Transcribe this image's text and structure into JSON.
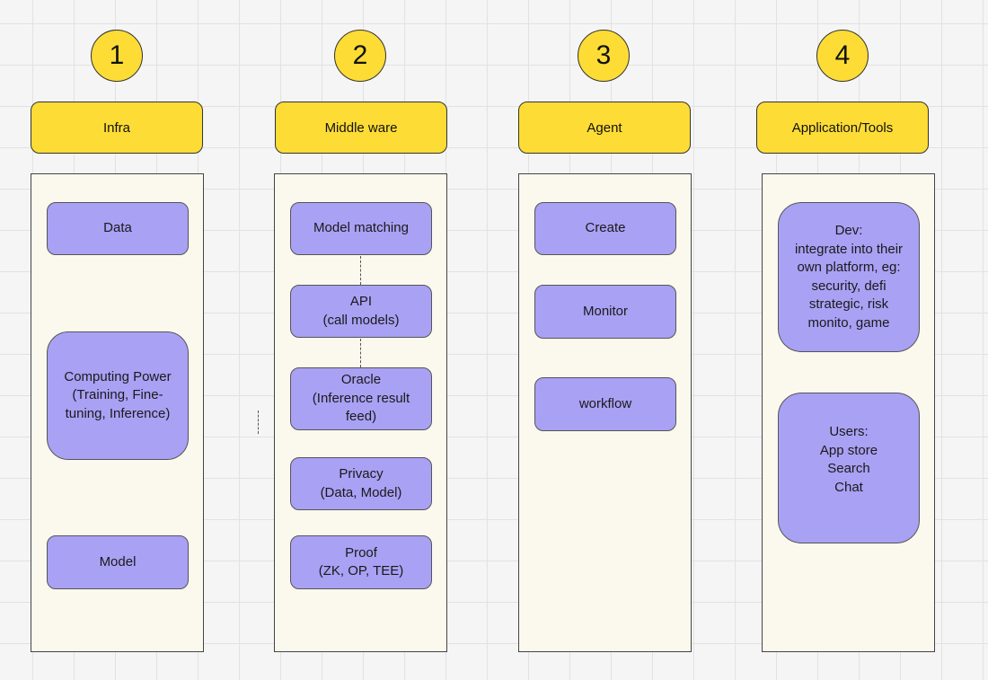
{
  "columns": [
    {
      "number": "1",
      "header": "Infra",
      "items": [
        {
          "label": "Data"
        },
        {
          "label": "Computing Power\n(Training, Fine-\ntuning, Inference)"
        },
        {
          "label": "Model"
        }
      ]
    },
    {
      "number": "2",
      "header": "Middle ware",
      "items": [
        {
          "label": "Model matching"
        },
        {
          "label": "API\n(call models)"
        },
        {
          "label": "Oracle\n(Inference result\nfeed)"
        },
        {
          "label": "Privacy\n(Data, Model)"
        },
        {
          "label": "Proof\n(ZK, OP, TEE)"
        }
      ]
    },
    {
      "number": "3",
      "header": "Agent",
      "items": [
        {
          "label": "Create"
        },
        {
          "label": "Monitor"
        },
        {
          "label": "workflow"
        }
      ]
    },
    {
      "number": "4",
      "header": "Application/Tools",
      "items": [
        {
          "label": "Dev:\nintegrate into their\nown platform, eg:\nsecurity, defi\nstrategic, risk\nmonito, game"
        },
        {
          "label": "Users:\nApp store\nSearch\nChat"
        }
      ]
    }
  ],
  "colors": {
    "header_fill": "#fddc35",
    "item_fill": "#a9a1f4",
    "panel_fill": "#fbf9ee"
  }
}
